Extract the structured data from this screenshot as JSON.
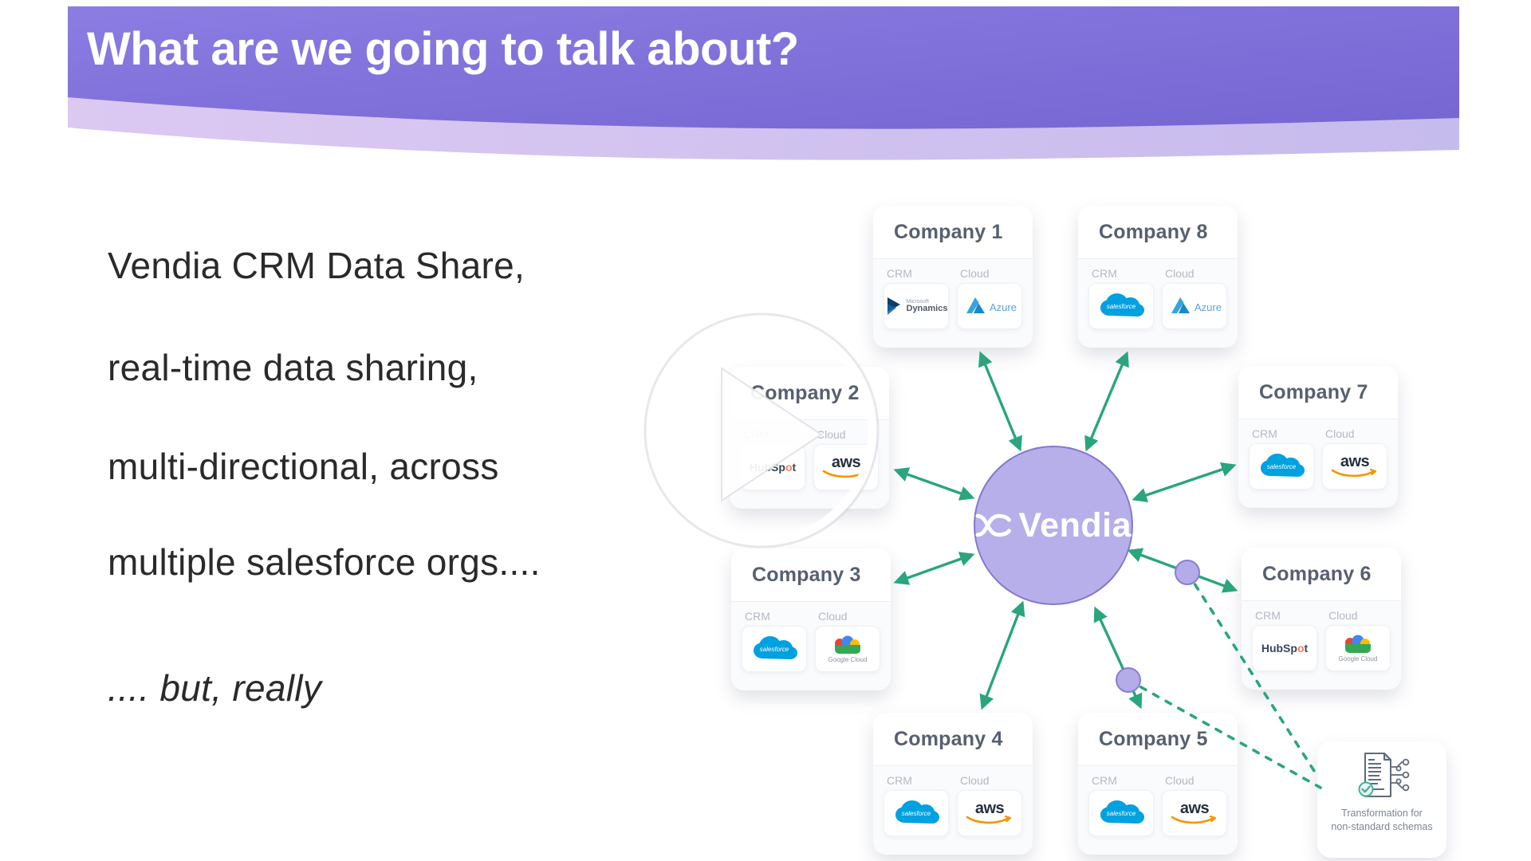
{
  "header": {
    "title": "What are we going to talk about?"
  },
  "intro": {
    "lines": [
      "Vendia CRM Data Share,",
      "real-time data sharing,",
      "multi-directional, across",
      "multiple salesforce orgs...."
    ],
    "tagline": ".... but, really"
  },
  "diagram": {
    "hub": {
      "label": "Vendia"
    },
    "labels": {
      "crm": "CRM",
      "cloud": "Cloud"
    },
    "companies": [
      {
        "name": "Company 1",
        "crm": "Microsoft Dynamics",
        "cloud": "Microsoft Azure"
      },
      {
        "name": "Company 8",
        "crm": "Salesforce",
        "cloud": "Microsoft Azure"
      },
      {
        "name": "Company 2",
        "crm": "HubSpot",
        "cloud": "AWS"
      },
      {
        "name": "Company 7",
        "crm": "Salesforce",
        "cloud": "AWS"
      },
      {
        "name": "Company 3",
        "crm": "Salesforce",
        "cloud": "Google Cloud"
      },
      {
        "name": "Company 6",
        "crm": "HubSpot",
        "cloud": "Google Cloud"
      },
      {
        "name": "Company 4",
        "crm": "Salesforce",
        "cloud": "AWS"
      },
      {
        "name": "Company 5",
        "crm": "Salesforce",
        "cloud": "AWS"
      }
    ],
    "transformation": {
      "line1": "Transformation for",
      "line2": "non-standard schemas"
    },
    "colors": {
      "arrow": "#2aa57e",
      "hub_fill": "#b7afe9",
      "hub_border": "#8378cf",
      "node_fill": "#b4abe9",
      "header_purple": "#8073db",
      "header_wave": "#cec2ef"
    }
  },
  "logo_text": {
    "salesforce": "salesforce",
    "aws": "aws",
    "azure": "Azure",
    "dynamics_top": "Microsoft",
    "dynamics": "Dynamics",
    "hubspot_pre": "HubSp",
    "hubspot_o": "o",
    "hubspot_post": "t",
    "google_cloud": "Google Cloud"
  },
  "icons": {
    "play": "play-icon",
    "hub_logo": "vendia-logo-icon",
    "transformation": "document-transform-icon"
  }
}
